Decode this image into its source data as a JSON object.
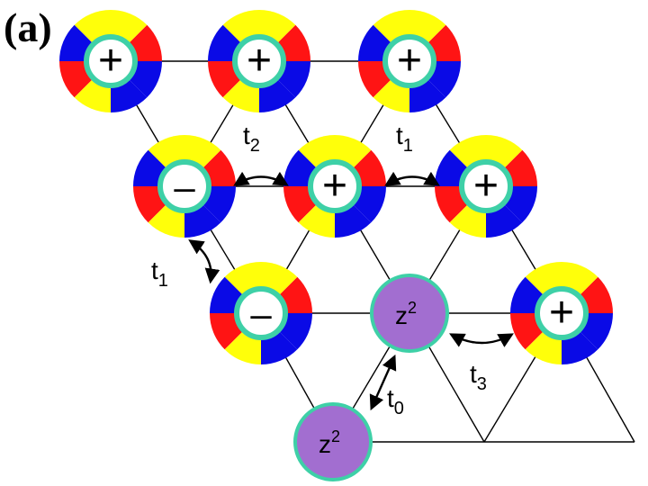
{
  "panel_label": "(a)",
  "colors": {
    "red": "#ff1414",
    "blue": "#0a0ae6",
    "yellow": "#ffff0a",
    "ring": "#3ed0a7",
    "purple": "#a26ed0",
    "purple_border": "#3ed0a7",
    "line": "#000000"
  },
  "orbitals": [
    {
      "id": "o1",
      "sign": "+"
    },
    {
      "id": "o2",
      "sign": "+"
    },
    {
      "id": "o3",
      "sign": "+"
    },
    {
      "id": "o4",
      "sign": "–"
    },
    {
      "id": "o5",
      "sign": "+"
    },
    {
      "id": "o6",
      "sign": "+"
    },
    {
      "id": "o7",
      "sign": "–"
    },
    {
      "id": "o8",
      "sign": "+"
    }
  ],
  "z_orbitals": [
    {
      "id": "z1",
      "base": "z",
      "sup": "2"
    },
    {
      "id": "z2",
      "base": "z",
      "sup": "2"
    }
  ],
  "hoppings": [
    {
      "id": "h_t2",
      "base": "t",
      "sub": "2"
    },
    {
      "id": "h_t1a",
      "base": "t",
      "sub": "1"
    },
    {
      "id": "h_t1b",
      "base": "t",
      "sub": "1"
    },
    {
      "id": "h_t3",
      "base": "t",
      "sub": "3"
    },
    {
      "id": "h_t0",
      "base": "t",
      "sub": "0"
    }
  ]
}
